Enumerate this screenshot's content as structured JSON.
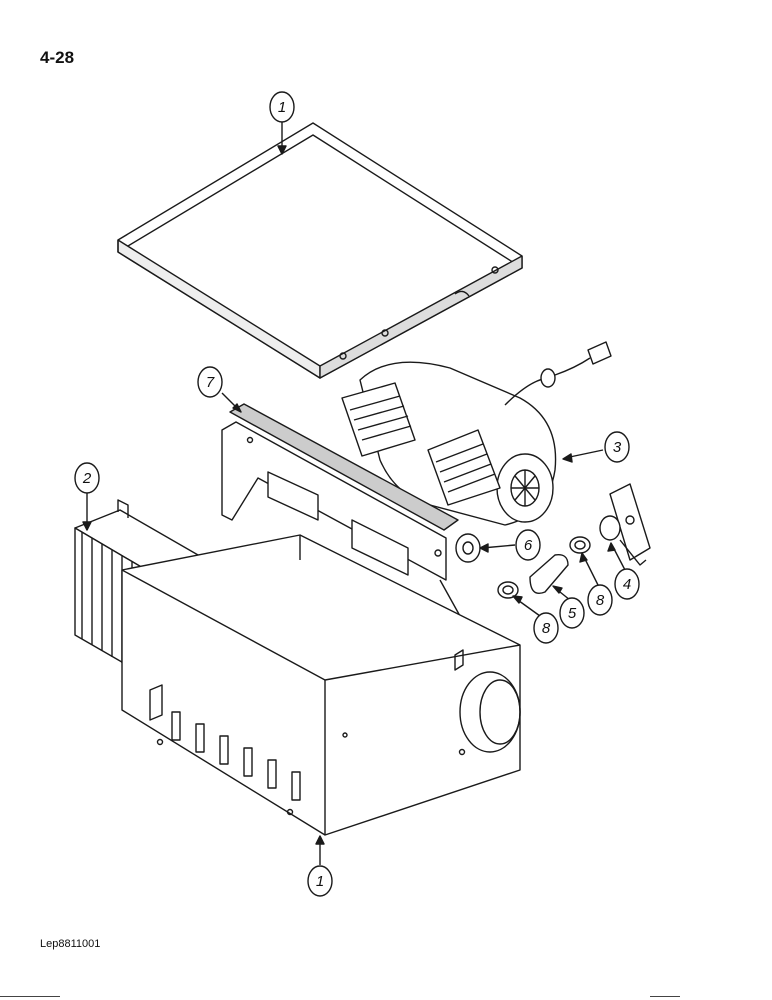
{
  "page": {
    "number": "4-28",
    "figure_code": "Lep8811001"
  },
  "callouts": [
    {
      "id": "callout-1-top",
      "label": "1"
    },
    {
      "id": "callout-7",
      "label": "7"
    },
    {
      "id": "callout-2",
      "label": "2"
    },
    {
      "id": "callout-3",
      "label": "3"
    },
    {
      "id": "callout-6",
      "label": "6"
    },
    {
      "id": "callout-4",
      "label": "4"
    },
    {
      "id": "callout-8-right",
      "label": "8"
    },
    {
      "id": "callout-5",
      "label": "5"
    },
    {
      "id": "callout-8-left",
      "label": "8"
    },
    {
      "id": "callout-1-bottom",
      "label": "1"
    }
  ],
  "colors": {
    "line": "#1a1a1a",
    "paper": "#ffffff",
    "shade": "#cfcfcf"
  }
}
